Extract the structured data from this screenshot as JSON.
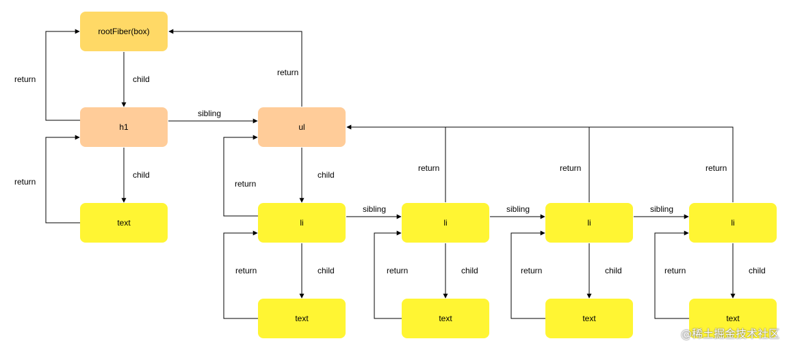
{
  "colors": {
    "root": "#ffd966",
    "level1": "#ffcc99",
    "leaf": "#fff533",
    "edge": "#000000"
  },
  "nodes": {
    "root": "rootFiber(box)",
    "h1": "h1",
    "ul": "ul",
    "h1_text": "text",
    "li1": "li",
    "li2": "li",
    "li3": "li",
    "li4": "li",
    "li1_text": "text",
    "li2_text": "text",
    "li3_text": "text",
    "li4_text": "text"
  },
  "edge_labels": {
    "root_h1_child": "child",
    "h1_root_return": "return",
    "h1_ul_sibling": "sibling",
    "ul_root_return": "return",
    "h1_text_child": "child",
    "text_h1_return": "return",
    "ul_li_child": "child",
    "li1_ul_return": "return",
    "li1_li2_sibling": "sibling",
    "li2_li3_sibling": "sibling",
    "li3_li4_sibling": "sibling",
    "li2_ul_return": "return",
    "li3_ul_return": "return",
    "li4_ul_return": "return",
    "li1_text_child": "child",
    "li1_text_return": "return",
    "li2_text_child": "child",
    "li2_text_return": "return",
    "li3_text_child": "child",
    "li3_text_return": "return",
    "li4_text_child": "child",
    "li4_text_return": "return"
  },
  "watermark": "@稀土掘金技术社区"
}
